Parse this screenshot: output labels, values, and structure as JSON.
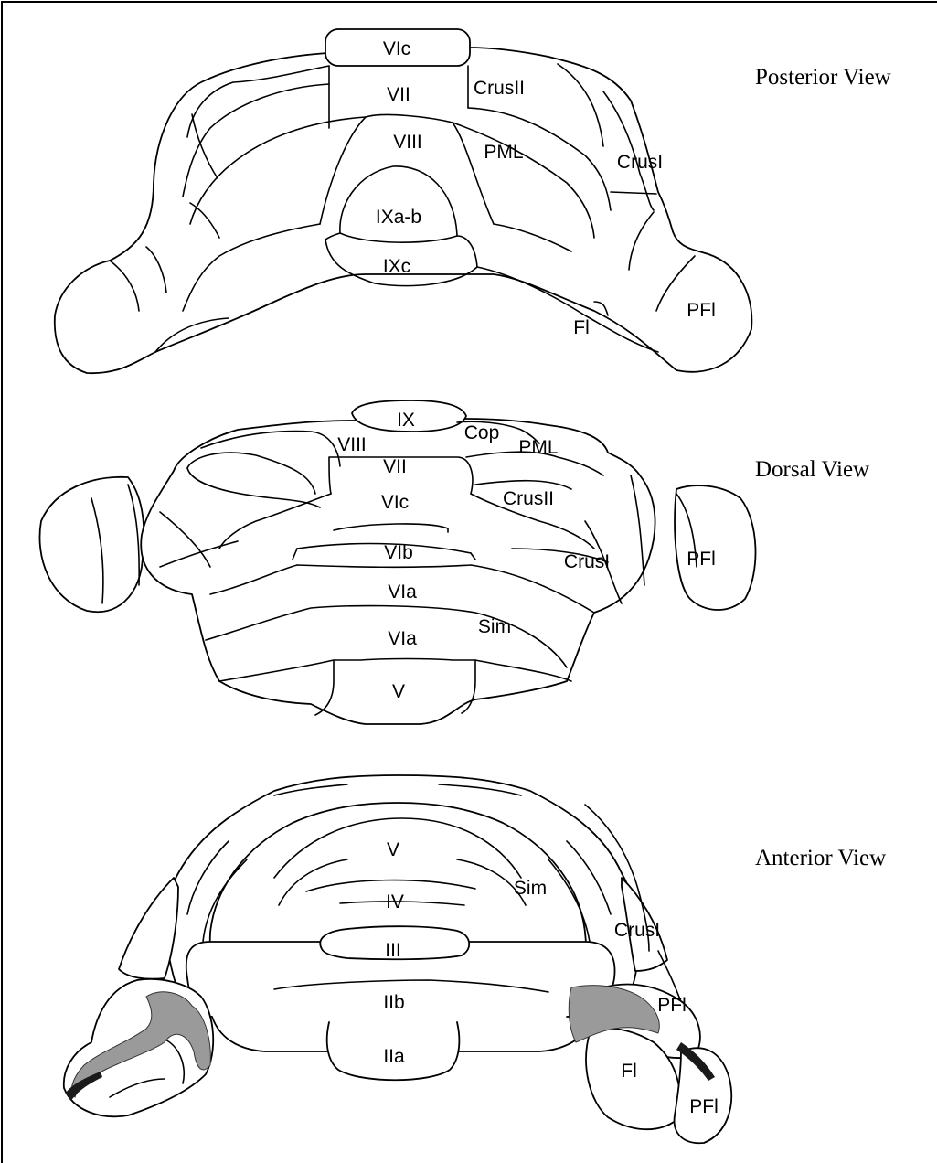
{
  "posterior": {
    "title": "Posterior View",
    "labels": {
      "vic": "VIc",
      "vii": "VII",
      "crusii": "CrusII",
      "viii": "VIII",
      "pml": "PML",
      "crusi": "CrusI",
      "ixab": "IXa-b",
      "ixc": "IXc",
      "fl": "Fl",
      "pfl": "PFl"
    }
  },
  "dorsal": {
    "title": "Dorsal View",
    "labels": {
      "ix": "IX",
      "cop": "Cop",
      "viii": "VIII",
      "pml": "PML",
      "vii": "VII",
      "vic": "VIc",
      "crusii": "CrusII",
      "vib": "VIb",
      "crusi": "CrusI",
      "pfl": "PFl",
      "via1": "VIa",
      "sim": "Sim",
      "via2": "VIa",
      "v": "V"
    }
  },
  "anterior": {
    "title": "Anterior View",
    "labels": {
      "v": "V",
      "sim": "Sim",
      "iv": "IV",
      "crusi": "CrusI",
      "iii": "III",
      "iib": "IIb",
      "pfl1": "PFl",
      "iia": "IIa",
      "fl": "Fl",
      "pfl2": "PFl"
    }
  }
}
